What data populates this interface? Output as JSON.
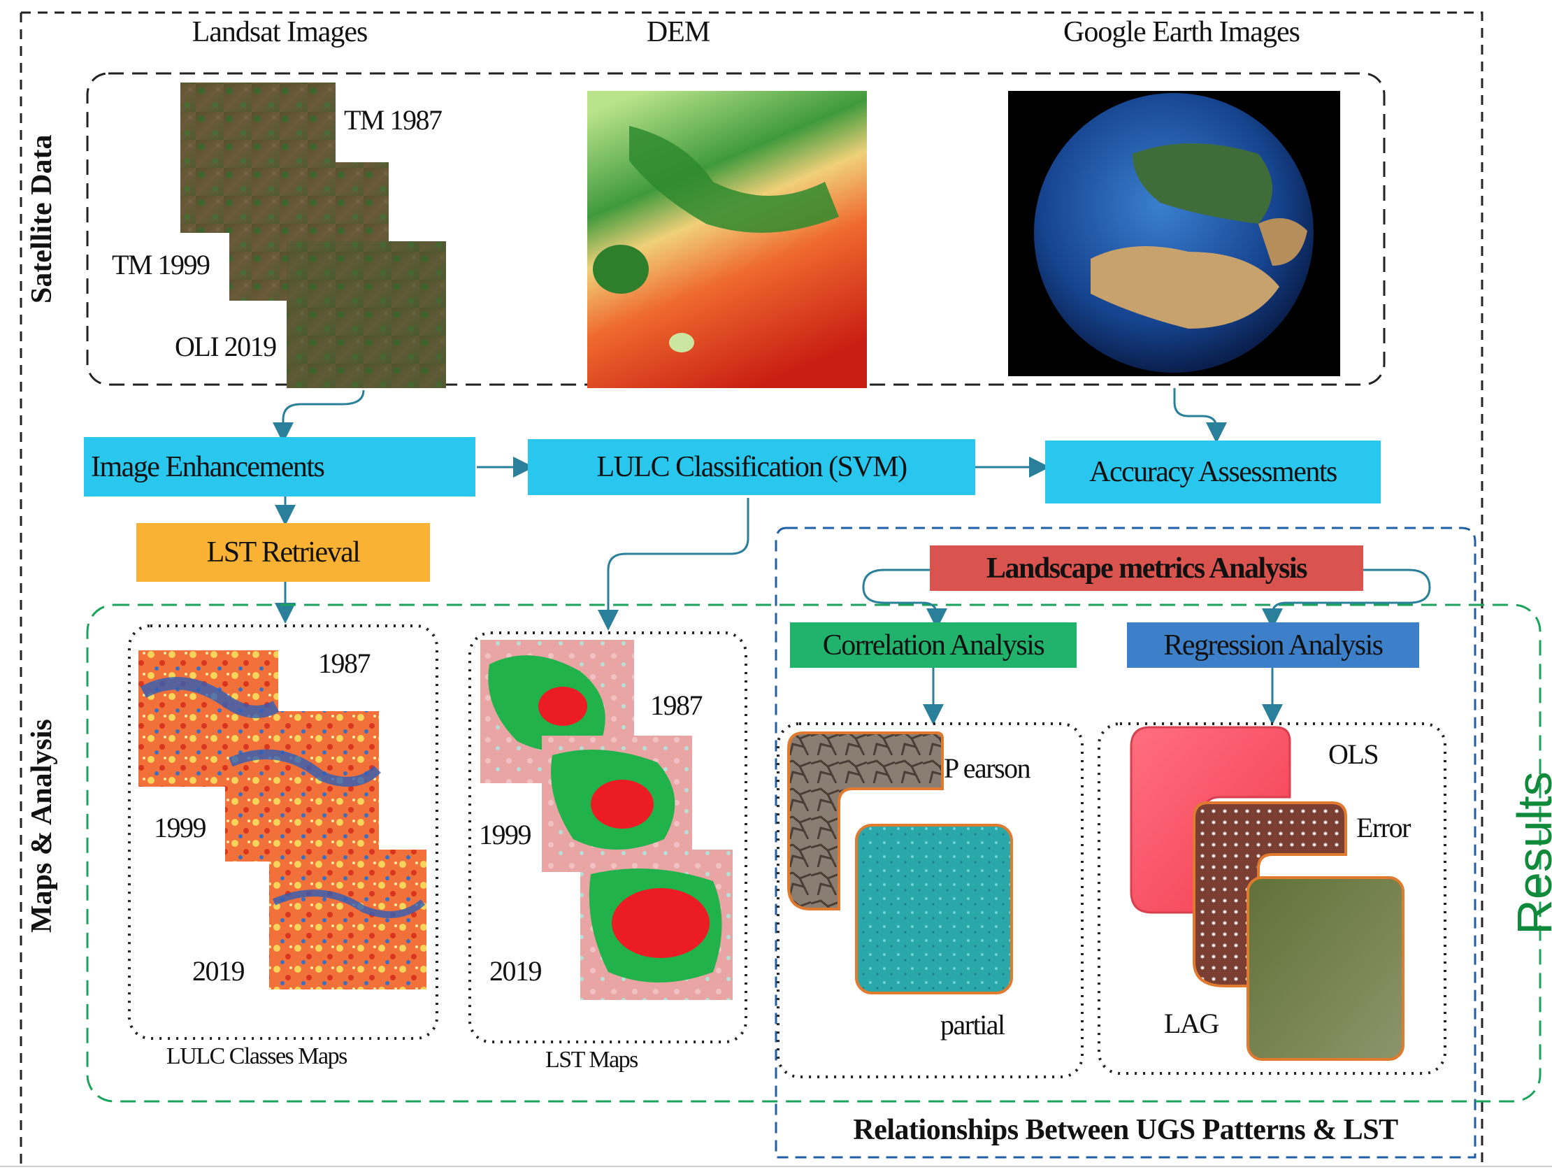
{
  "headers": {
    "landsat": "Landsat Images",
    "dem": "DEM",
    "google": "Google Earth Images"
  },
  "side_labels": {
    "satellite": "Satellite Data",
    "maps": "Maps & Analysis",
    "results": "Results"
  },
  "landsat_labels": [
    "TM 1987",
    "TM 1999",
    "OLI 2019"
  ],
  "process_boxes": {
    "enhance": "Image Enhancements",
    "lulc": "LULC  Classification (SVM)",
    "accuracy": "Accuracy Assessments",
    "lst": "LST Retrieval",
    "landscape": "Landscape metrics Analysis",
    "correlation": "Correlation Analysis",
    "regression": "Regression Analysis"
  },
  "lulc_maps": {
    "years": [
      "1987",
      "1999",
      "2019"
    ],
    "caption": "LULC Classes Maps"
  },
  "lst_maps": {
    "years": [
      "1987",
      "1999",
      "2019"
    ],
    "caption": "LST Maps"
  },
  "correlation_types": [
    "P earson",
    "partial"
  ],
  "regression_types": [
    "OLS",
    "Error",
    "LAG"
  ],
  "bottom_caption": "Relationships Between UGS Patterns & LST",
  "colors": {
    "cyan_box": "#29c6ee",
    "orange_box": "#f9b233",
    "red_box": "#d9534f",
    "green_box": "#21b36b",
    "blue_box": "#3d80c9",
    "arrow": "#2a7f9a",
    "results_green": "#0f8a3b"
  }
}
